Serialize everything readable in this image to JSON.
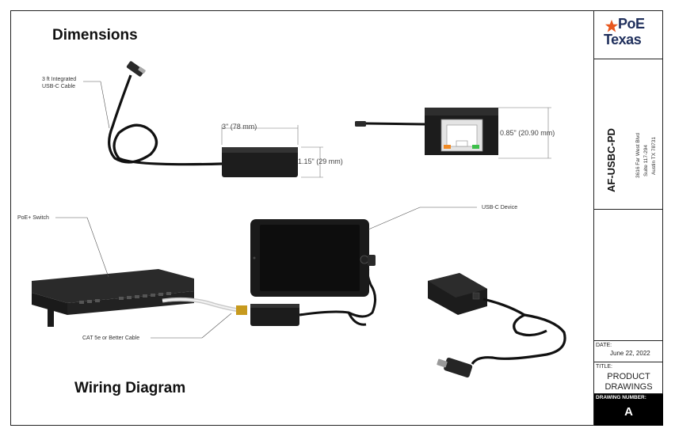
{
  "sections": {
    "dimensions_heading": "Dimensions",
    "wiring_heading": "Wiring Diagram"
  },
  "callouts": {
    "usb_cable_line1": "3 ft Integrated",
    "usb_cable_line2": "USB-C Cable",
    "width_dim": "3\" (78 mm)",
    "height_dim": "1.15\" (29 mm)",
    "depth_dim": "0.85\" (20.90 mm)",
    "poe_switch": "PoE+ Switch",
    "usbc_device": "USB-C Device",
    "cat_cable": "CAT 5e or Better Cable"
  },
  "title_block": {
    "logo_line1": "PoE",
    "logo_line2": "Texas",
    "part_number": "AF-USBC-PD",
    "address_line1": "3616 Far West Blvd",
    "address_line2": "Suite 117-294",
    "address_line3": "Austin TX 78731",
    "date_label": "DATE:",
    "date_value": "June 22, 2022",
    "title_label": "TITLE:",
    "title_line1": "PRODUCT",
    "title_line2": "DRAWINGS",
    "drawing_number_label": "DRAWING NUMBER:",
    "drawing_number_value": "A"
  },
  "colors": {
    "logo_orange": "#e8571e",
    "logo_navy": "#1f2f5c",
    "device_black": "#1c1c1c"
  }
}
